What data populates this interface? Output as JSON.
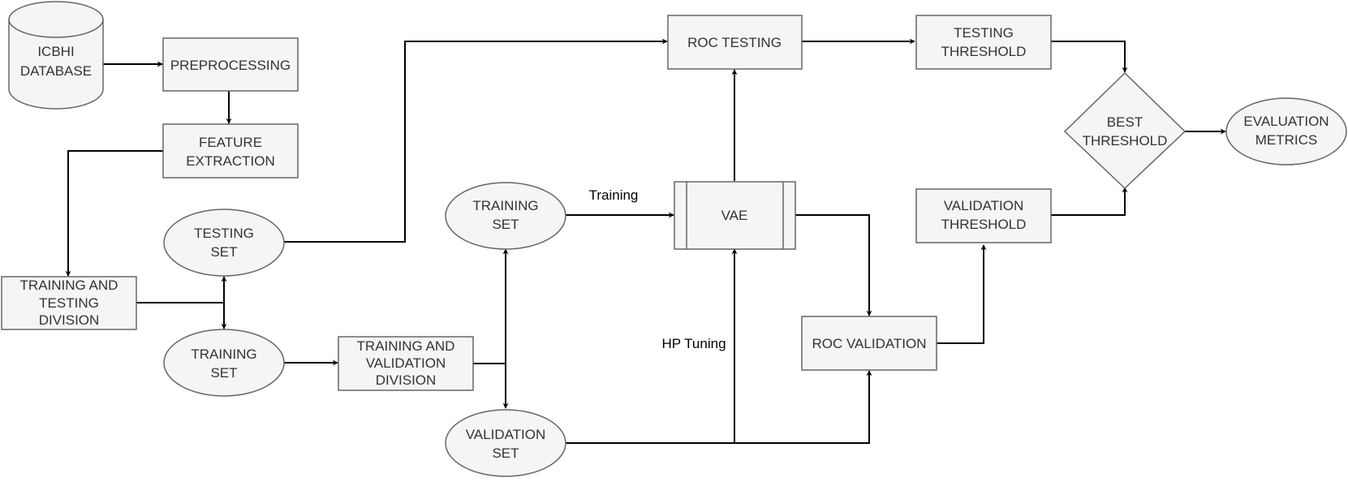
{
  "nodes": {
    "icbhi_database": [
      "ICBHI",
      "DATABASE"
    ],
    "preprocessing": [
      "PREPROCESSING"
    ],
    "feature_extraction": [
      "FEATURE",
      "EXTRACTION"
    ],
    "training_testing_division": [
      "TRAINING AND",
      "TESTING",
      "DIVISION"
    ],
    "testing_set": [
      "TESTING",
      "SET"
    ],
    "training_set_left": [
      "TRAINING",
      "SET"
    ],
    "training_validation_division": [
      "TRAINING AND",
      "VALIDATION",
      "DIVISION"
    ],
    "training_set_mid": [
      "TRAINING",
      "SET"
    ],
    "validation_set": [
      "VALIDATION",
      "SET"
    ],
    "vae": [
      "VAE"
    ],
    "roc_testing": [
      "ROC TESTING"
    ],
    "roc_validation": [
      "ROC VALIDATION"
    ],
    "testing_threshold": [
      "TESTING",
      "THRESHOLD"
    ],
    "validation_threshold": [
      "VALIDATION",
      "THRESHOLD"
    ],
    "best_threshold": [
      "BEST",
      "THRESHOLD"
    ],
    "evaluation_metrics": [
      "EVALUATION",
      "METRICS"
    ]
  },
  "edge_labels": {
    "training": "Training",
    "hp_tuning": "HP Tuning"
  },
  "colors": {
    "shape_fill": "#f5f5f5",
    "shape_stroke": "#666666",
    "text": "#333333",
    "edge": "#000000"
  }
}
